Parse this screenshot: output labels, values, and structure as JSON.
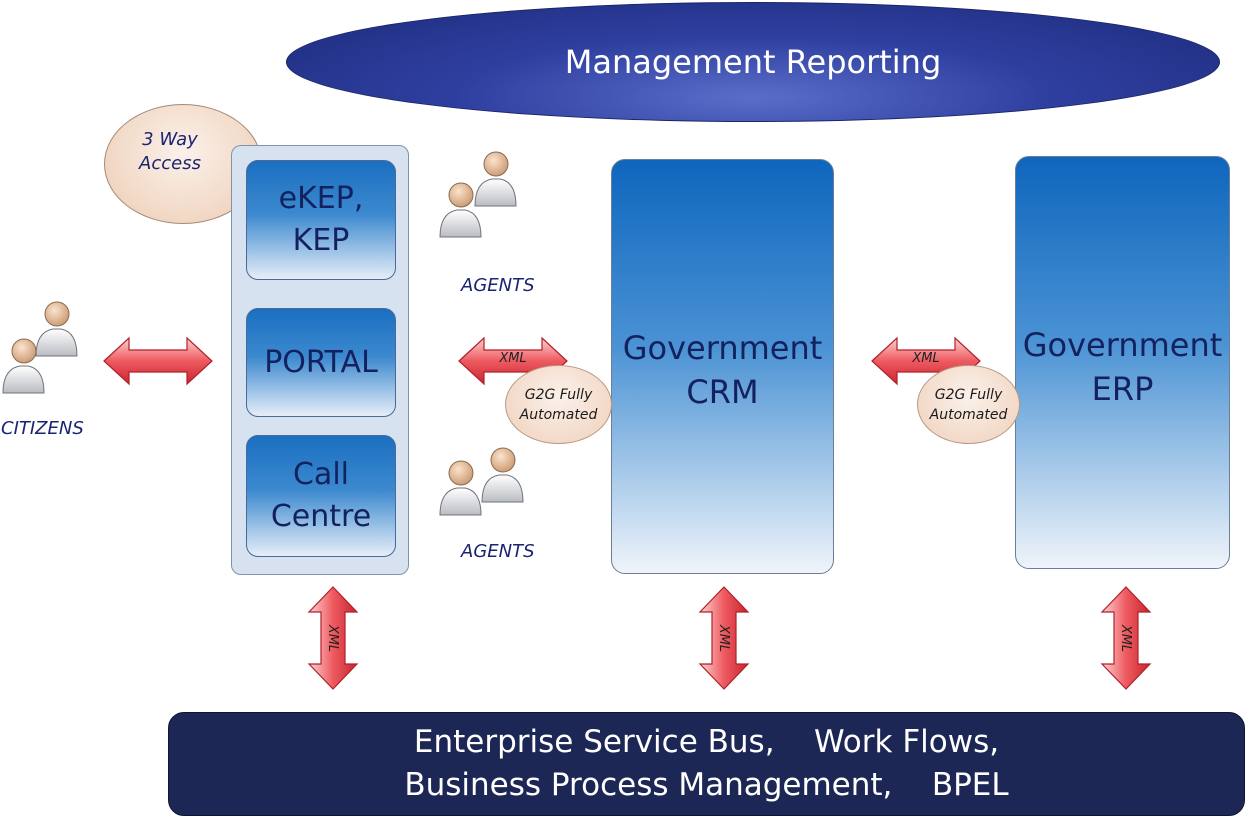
{
  "management": {
    "label": "Management Reporting"
  },
  "access": {
    "line1": "3 Way",
    "line2": "Access"
  },
  "channels": [
    {
      "line1": "eKEP,",
      "line2": "KEP"
    },
    {
      "line1": "PORTAL",
      "line2": ""
    },
    {
      "line1": "Call",
      "line2": "Centre"
    }
  ],
  "crm": {
    "line1": "Government",
    "line2": "CRM"
  },
  "erp": {
    "line1": "Government",
    "line2": "ERP"
  },
  "actors": {
    "citizens": "CITIZENS",
    "agents_top": "AGENTS",
    "agents_bottom": "AGENTS"
  },
  "xml_label": "XML",
  "g2g": {
    "line1": "G2G Fully",
    "line2": "Automated"
  },
  "esb": {
    "line1": "Enterprise Service Bus,    Work Flows,",
    "line2": "Business Process Management,    BPEL"
  },
  "colors": {
    "arrow_fill": "#e94b52",
    "arrow_stroke": "#b0202a",
    "ellipse": "#2f3fa0",
    "esb": "#1d2755",
    "text": "#1a2470"
  }
}
